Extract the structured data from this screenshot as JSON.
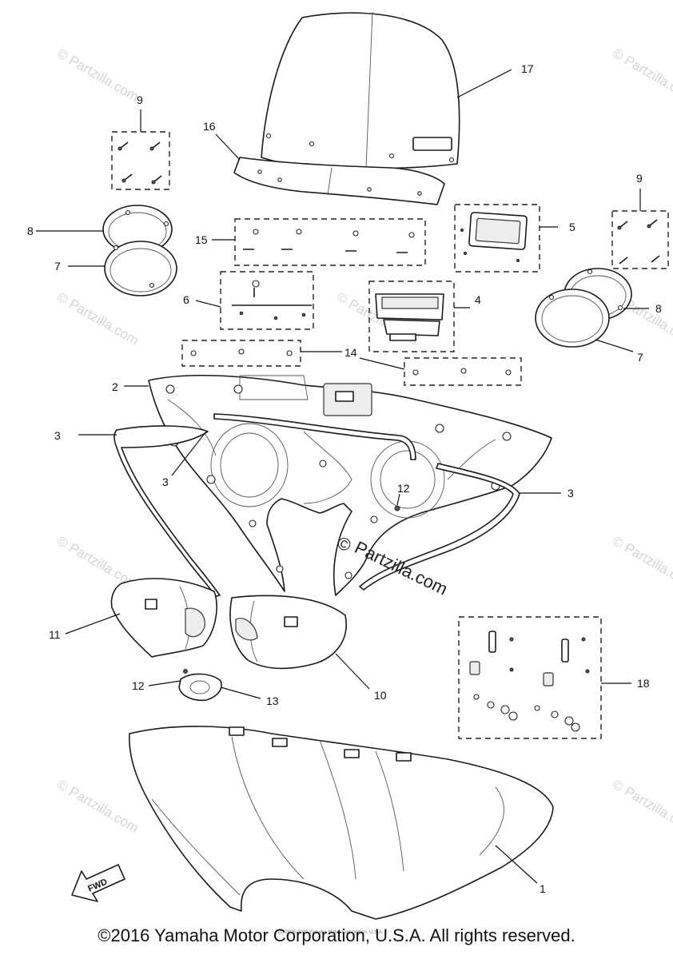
{
  "diagram": {
    "callouts": {
      "p1": "1",
      "p2": "2",
      "p3a": "3",
      "p3b": "3",
      "p3c": "3",
      "p4": "4",
      "p5": "5",
      "p6": "6",
      "p7a": "7",
      "p7b": "7",
      "p8a": "8",
      "p8b": "8",
      "p9a": "9",
      "p9b": "9",
      "p10": "10",
      "p11": "11",
      "p12a": "12",
      "p12b": "12",
      "p13": "13",
      "p14": "14",
      "p15": "15",
      "p16": "16",
      "p17": "17",
      "p18": "18"
    },
    "watermark": "© Partzilla.com",
    "watermark_center_symbol": "©",
    "watermark_center_text": "Partzilla.com",
    "fwd_label": "FWD",
    "small_print": "(c) 2005-2016 Yamaha Motor Corporation, U.S.A."
  },
  "footer": {
    "copyright": "©2016 Yamaha Motor Corporation, U.S.A. All rights reserved."
  }
}
